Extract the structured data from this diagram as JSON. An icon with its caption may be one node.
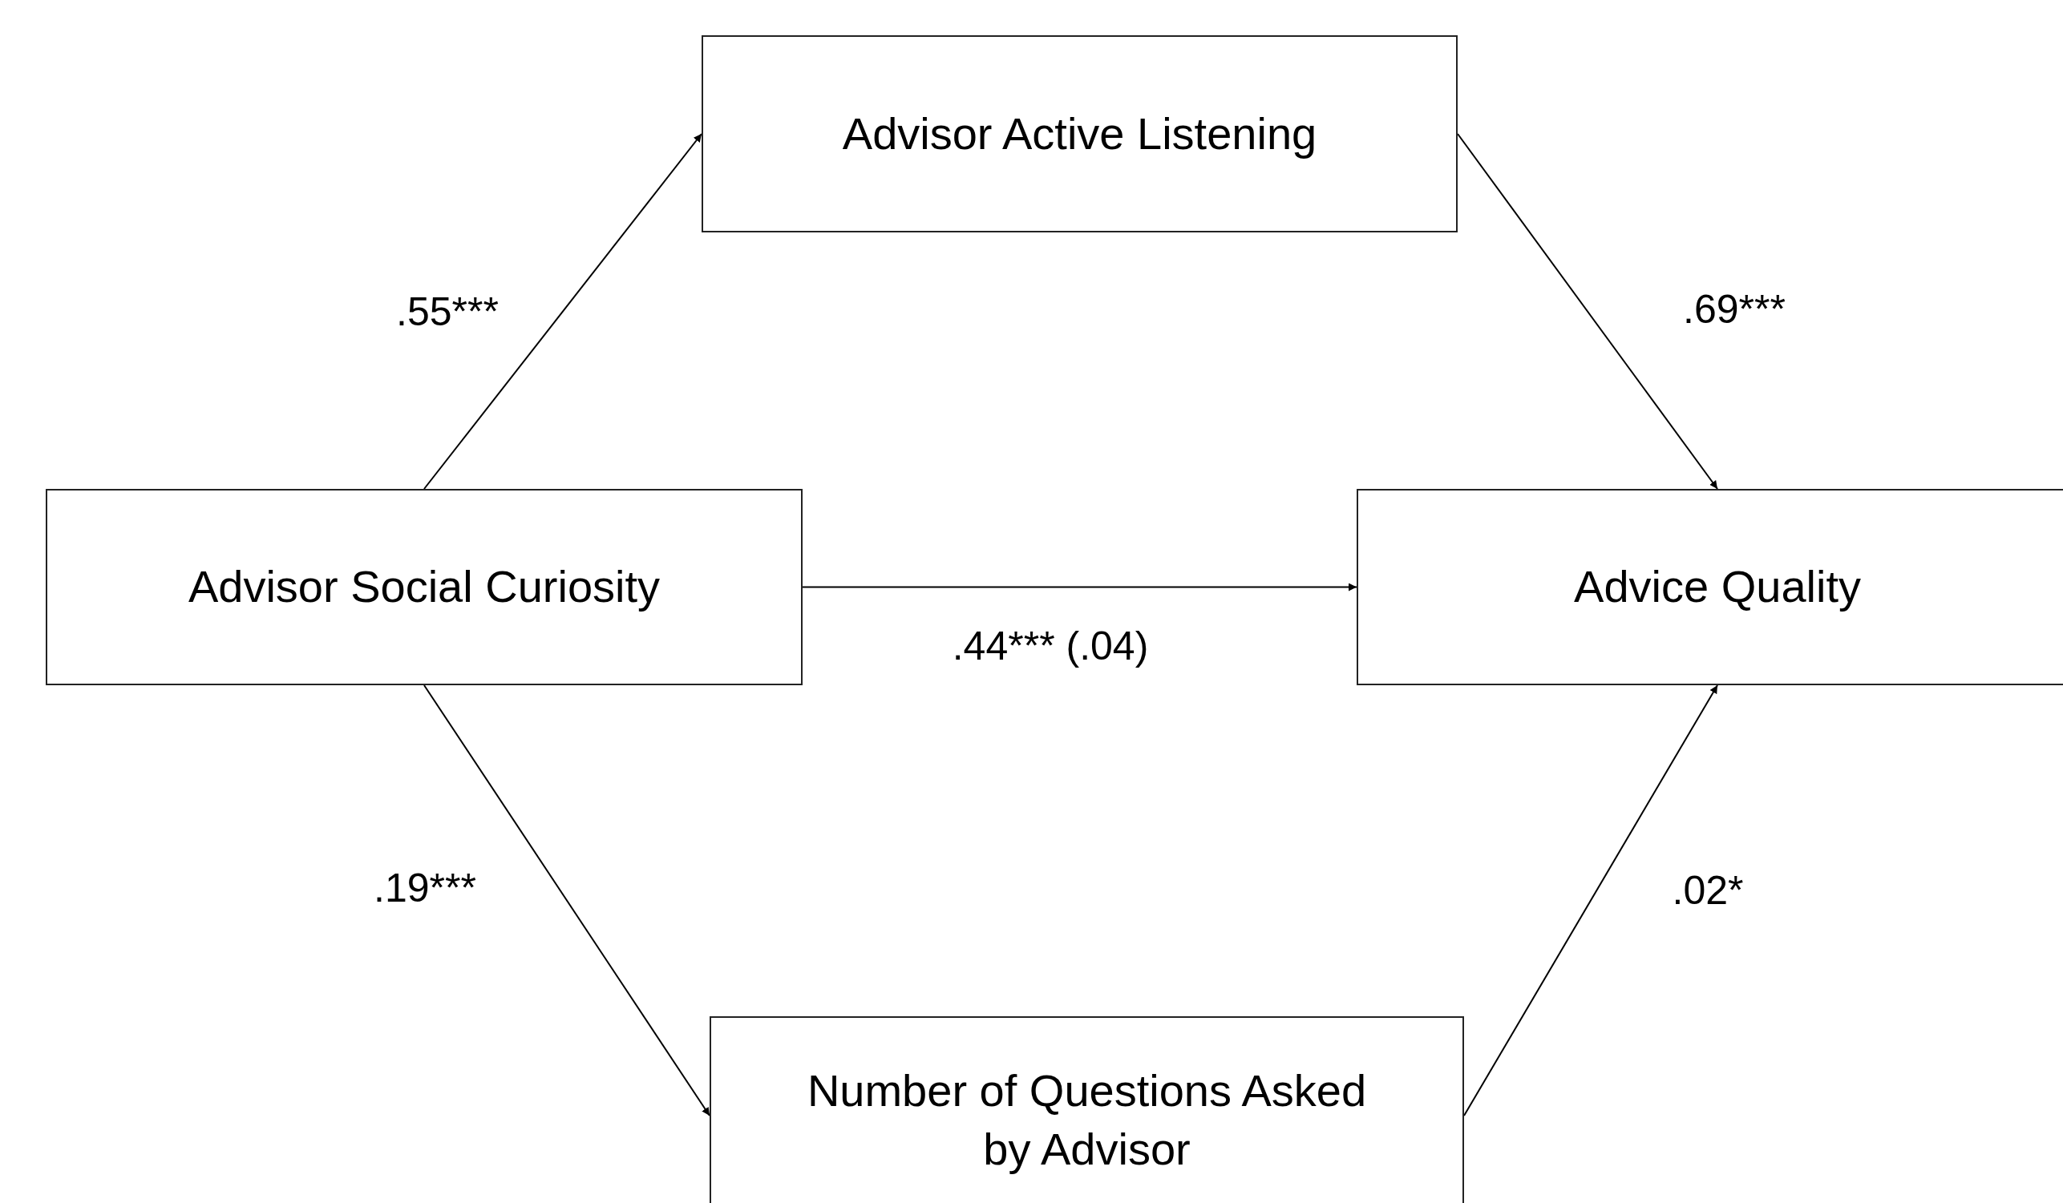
{
  "diagram": {
    "nodes": [
      {
        "text": [
          "Advisor Active Listening"
        ]
      },
      {
        "text": [
          "Advisor Social Curiosity"
        ]
      },
      {
        "text": [
          "Advice Quality"
        ]
      },
      {
        "text": [
          "Number of Questions Asked by Advisor"
        ]
      }
    ],
    "edges": [
      {
        "from": 1,
        "to": 0,
        "arrow": "to",
        "label": ".55***"
      },
      {
        "from": 0,
        "to": 2,
        "arrow": "to",
        "label": ".69***"
      },
      {
        "from": 1,
        "to": 2,
        "arrow": "to",
        "label": ".44*** (.04)"
      },
      {
        "from": 1,
        "to": 3,
        "arrow": "to",
        "label": ".19***"
      },
      {
        "from": 3,
        "to": 2,
        "arrow": "to",
        "label": ".02*"
      }
    ]
  }
}
